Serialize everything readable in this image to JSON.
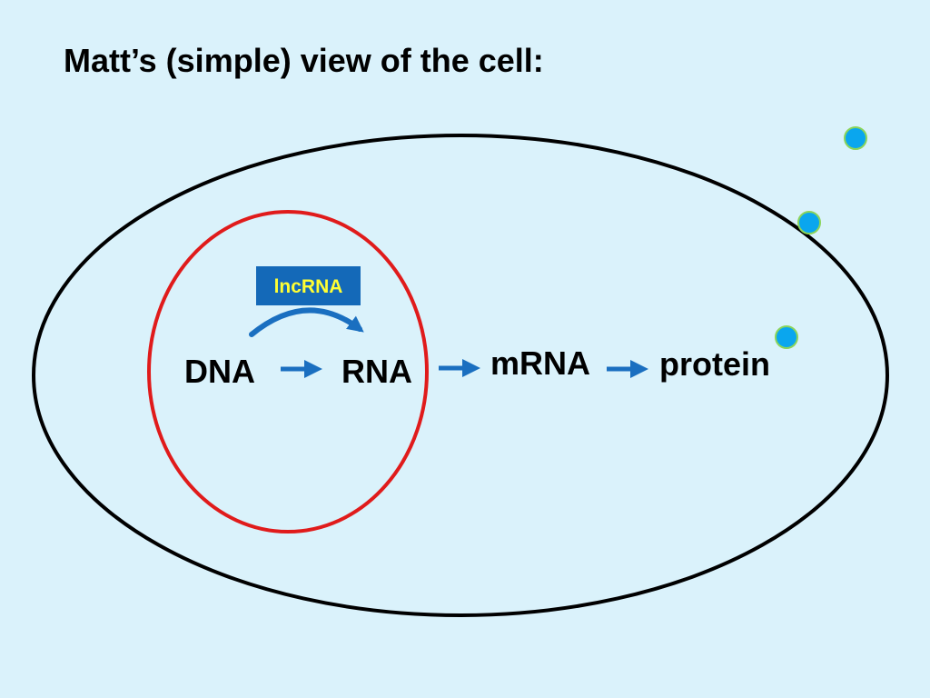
{
  "title": "Matt’s (simple) view of the cell:",
  "diagram": {
    "nodes": {
      "dna": "DNA",
      "rna": "RNA",
      "mrna": "mRNA",
      "protein": "protein"
    },
    "badge": {
      "label": "lncRNA",
      "background_color": "#1469b8",
      "text_color": "#ffff33"
    },
    "colors": {
      "background": "#daf2fb",
      "cell_membrane": "#000000",
      "nucleus": "#e01b1b",
      "arrow": "#1a6fc0",
      "dot_fill": "#0aa6ee",
      "dot_stroke": "#8bd45a"
    }
  }
}
